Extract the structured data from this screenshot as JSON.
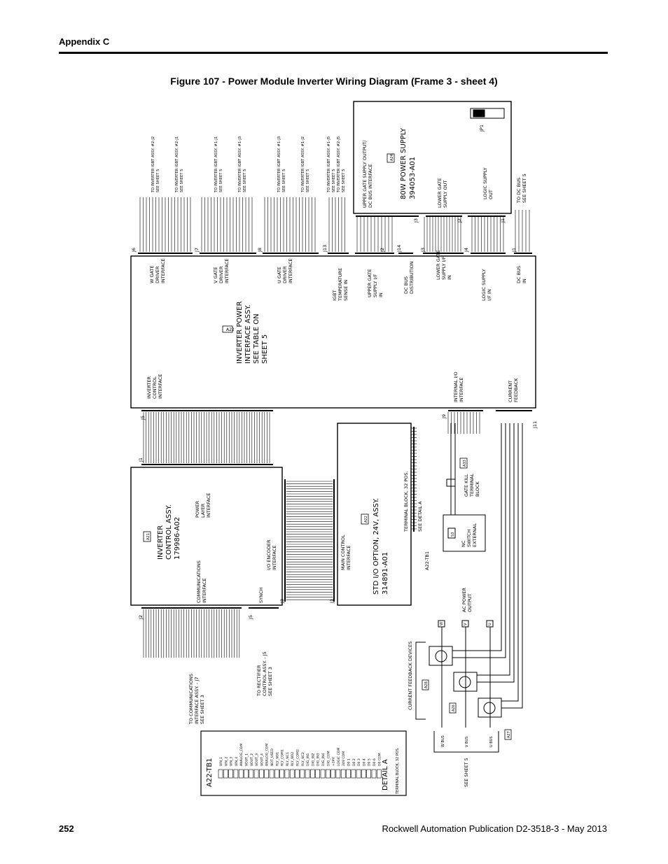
{
  "header": {
    "section": "Appendix C"
  },
  "figure": {
    "title": "Figure 107 - Power Module Inverter Wiring Diagram (Frame 3 - sheet 4)"
  },
  "footer": {
    "page_number": "252",
    "publication": "Rockwell Automation Publication D2-3518-3 - May 2013"
  },
  "diagram": {
    "power_interface": {
      "tag": "A22",
      "title_lines": [
        "INVERTER POWER",
        "INTERFACE ASSY.",
        "SEE TABLE ON",
        "SHEET 5"
      ],
      "sections": {
        "w_gate": [
          "W GATE",
          "DRIVER",
          "INTERFACE"
        ],
        "v_gate": [
          "V GATE",
          "DRIVER",
          "INTERFACE"
        ],
        "u_gate": [
          "U GATE",
          "DRIVER",
          "INTERFACE"
        ],
        "igbt_temp": [
          "IGBT",
          "TEMPERATURE",
          "SENSE IN"
        ],
        "upper_gate": [
          "UPPER GATE",
          "SUPPLY I/F",
          "IN"
        ],
        "dc_bus_dist": [
          "DC BUS",
          "DISTRIBUTION"
        ],
        "lower_gate": [
          "LOWER GATE",
          "SUPPLY I/F",
          "IN"
        ],
        "logic_supply": [
          "LOGIC SUPPLY",
          "I/F IN"
        ],
        "dc_bus_in": [
          "DC BUS",
          "IN"
        ],
        "inverter_control": [
          "INVERTER",
          "CONTROL",
          "INTERFACE"
        ],
        "internal_io": [
          "INTERNAL I/O",
          "INTERFACE"
        ],
        "current_feedback": [
          "CURRENT",
          "FEEDBACK"
        ]
      },
      "connectors": [
        "J6",
        "J7",
        "J8",
        "J13",
        "J2",
        "J14",
        "J3",
        "J4",
        "J1",
        "J5",
        "J9",
        "J11"
      ]
    },
    "power_supply": {
      "tag": "A24",
      "title_lines": [
        "80W POWER SUPPLY",
        "394053-A01"
      ],
      "sections": {
        "upper_out": [
          "UPPER GATE SUPPLY OUTPUT/",
          "DC BUS INTERFACE"
        ],
        "lower_out": [
          "LOWER GATE",
          "SUPPLY OUT"
        ],
        "logic_out": [
          "LOGIC SUPPLY",
          "OUT"
        ]
      },
      "connectors": [
        "J3",
        "J2",
        "J1",
        "JP1"
      ]
    },
    "control": {
      "tag": "A21",
      "title_lines": [
        "INVERTER",
        "CONTROL ASSY.",
        "179986-A02"
      ],
      "sections": {
        "power_layer": [
          "POWER",
          "LAYER",
          "INTERFACE"
        ],
        "comm": [
          "COMMUNICATIONS",
          "INTERFACE"
        ],
        "io_encoder": [
          "I/O ENCODER",
          "INTERFACE"
        ],
        "synch": [
          "SYNCH"
        ]
      },
      "connectors": [
        "J1",
        "J2",
        "J3",
        "J5"
      ]
    },
    "std_io": {
      "tag": "A22",
      "title_lines": [
        "STD I/O OPTION, 24V, ASSY.",
        "314891-A01"
      ],
      "main_control": [
        "MAIN CONTROL",
        "INTERFACE"
      ],
      "terminal_block": [
        "TERMINAL BLOCK, 32 POS.",
        "SEE DETAIL A"
      ],
      "tb_label": "A22-TB1",
      "connectors": [
        "J1"
      ]
    },
    "refs": {
      "inv_igbt_w": [
        "TO INVERTER IGBT ASSY. #2-J2",
        "SEE SHEET 5",
        "TO INVERTER IGBT ASSY. #2-J1",
        "SEE SHEET 5"
      ],
      "inv_igbt_v": [
        "TO INVERTER IGBT ASSY. #1-J1",
        "SEE SHEET 5",
        "TO INVERTER IGBT ASSY. #1-J3",
        "SEE SHEET 5"
      ],
      "inv_igbt_u": [
        "TO INVERTER IGBT ASSY. #1-J3",
        "SEE SHEET 5",
        "TO INVERTER IGBT ASSY. #1-J2",
        "SEE SHEET 5"
      ],
      "inv_igbt_temp": [
        "TO INVERTER IGBT ASSY. #1-J5",
        "SEE SHEET 5",
        "TO INVERTER IGBT ASSY. #2-J5",
        "SEE SHEET 5"
      ],
      "dc_bus": [
        "TO DC BUS",
        "SEE SHEET 5"
      ],
      "comm": [
        "TO COMMUNICATIONS",
        "INTERFACE ASSY. - J7",
        "SEE SHEET 3"
      ],
      "rectifier": [
        "TO RECTIFIER",
        "CONTROL ASSY. - J5",
        "SEE SHEET 3"
      ],
      "cfd": "CURRENT FEEDBACK DEVICES",
      "see_sheet5": "SEE SHEET 5"
    },
    "gate_kill": {
      "tag": "A33",
      "lines": [
        "GATE KILL",
        "TERMINAL",
        "BLOCK"
      ]
    },
    "nc_switch": {
      "tag": "S3",
      "lines": [
        "NC",
        "SWITCH",
        "EXTERNAL"
      ]
    },
    "ac_power": {
      "lines": [
        "AC POWER",
        "OUTPUT"
      ],
      "phases": [
        "W",
        "V",
        "U"
      ]
    },
    "sensors": [
      "A28",
      "A26",
      "A27"
    ],
    "buses": [
      "W BUS",
      "V BUS",
      "U BUS"
    ],
    "detail": {
      "title": "DETAIL A",
      "subtitle": "TERMINAL BLOCK, 32 POS.",
      "tb": "A22-TB1",
      "terminals": [
        "VIN_1",
        "VIN_2",
        "VIN_3",
        "VIN_4",
        "ANALOG_COM",
        "VOUT_1",
        "VOUT_2",
        "VOUT_3",
        "VOUT_4",
        "ANALOG_COM",
        "NOT_USED",
        "RLY_NO1",
        "RLY_COM1",
        "RLY_NC1",
        "RLY_NO2",
        "RLY_COM2",
        "RLY_NC2",
        "DIG_IN1",
        "DIG_IN2",
        "DIG_IN3",
        "DIG_IN4",
        "DIG_COM",
        "+24V",
        "LOGIC COM",
        "24V COM",
        "D0 1",
        "D0 2",
        "D0 3",
        "D0 4",
        "D0 5",
        "D0 6",
        "D0 COM"
      ]
    }
  }
}
